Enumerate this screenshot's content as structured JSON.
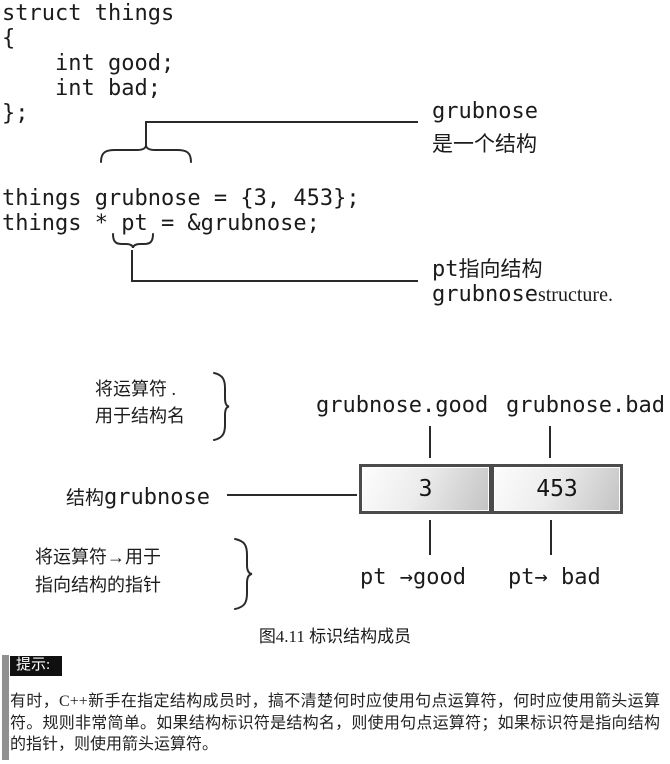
{
  "colors": {
    "text": "#1b1b1b",
    "line": "#2a2a2a",
    "box_border": "#4b4b4b",
    "bar_gray": "#919191",
    "tip_bg": "#101010",
    "tip_fg": "#ffffff"
  },
  "code_top": "struct things\n{\n    int good;\n    int bad;\n};",
  "code_mid": "things grubnose = {3, 453};\nthings * pt = &grubnose;",
  "callout_grubnose": {
    "name": "grubnose",
    "desc": "是一个结构"
  },
  "callout_pt": {
    "code1": "pt",
    "cn1": " 指向结构",
    "code2": "grubnose",
    "serif2": " structure."
  },
  "left_labels": {
    "dot_line1": "将运算符 .",
    "dot_line2": "用于结构名",
    "struct_cn": "结构 ",
    "struct_code": "grubnose",
    "arrow_line1": "将运算符→用于",
    "arrow_line2": "指向结构的指针"
  },
  "members": {
    "good_label": "grubnose.good",
    "bad_label": "grubnose.bad",
    "good_value": "3",
    "bad_value": "453",
    "pt_good": "pt →good",
    "pt_bad": "pt→ bad"
  },
  "caption": "图4.11 标识结构成员",
  "tip": {
    "label": "提示:",
    "text": "有时，C++新手在指定结构成员时，搞不清楚何时应使用句点运算符，何时应使用箭头运算符。规则非常简单。如果结构标识符是结构名，则使用句点运算符；如果标识符是指向结构的指针，则使用箭头运算符。"
  }
}
